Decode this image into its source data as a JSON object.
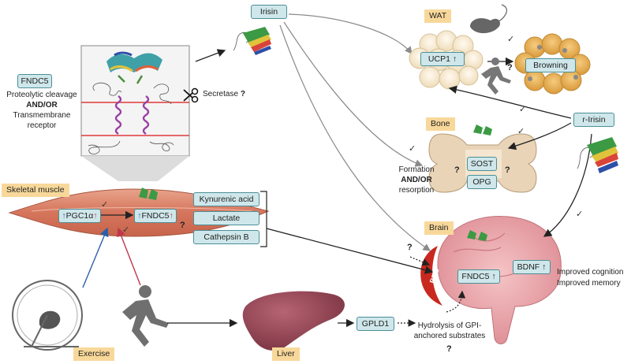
{
  "labels": {
    "fndc5_top": "FNDC5",
    "cleavage_line1": "Proteolytic cleavage",
    "cleavage_and_or": "AND/OR",
    "cleavage_line2": "Transmembrane",
    "cleavage_line3": "receptor",
    "secretase": "Secretase",
    "irisin": "Irisin",
    "wat": "WAT",
    "ucp1": "UCP1",
    "browning": "Browning",
    "bone": "Bone",
    "sost": "SOST",
    "opg": "OPG",
    "formation": "Formation",
    "formation_and_or": "AND/OR",
    "resorption": "resorption",
    "r_irisin": "r-Irisin",
    "skeletal_muscle": "Skeletal muscle",
    "pgc1a": "PGC1α",
    "fndc5_muscle": "FNDC5",
    "kynurenic_acid": "Kynurenic acid",
    "lactate": "Lactate",
    "cathepsin_b": "Cathepsin B",
    "brain": "Brain",
    "bbb": "BBB",
    "fndc5_brain": "FNDC5",
    "bdnf": "BDNF",
    "improved_cognition": "Improved cognition",
    "improved_memory": "Improved memory",
    "exercise": "Exercise",
    "liver": "Liver",
    "gpld1": "GPLD1",
    "hydrolysis_line1": "Hydrolysis of GPI-",
    "hydrolysis_line2": "anchored substrates",
    "question": "?",
    "check": "✓"
  },
  "colors": {
    "box_fill": "#cfe7ea",
    "box_border": "#4b8f98",
    "tag_fill": "#f8d89a",
    "muscle": "#d9836a",
    "brain": "#e7a9ad",
    "liver": "#9b4e5c",
    "fat": "#f7ead2",
    "browning_fat": "#e8b661",
    "bone": "#e9d4b7",
    "membrane": "#e03a3a",
    "helix": "#9a3fa5",
    "bbb": "#c8281f",
    "arrow_blue": "#2a5fa8",
    "arrow_red": "#c0364c"
  },
  "icons": [
    "scissors-icon",
    "mouse-icon",
    "runner-icon",
    "wheel-mouse-icon",
    "protein-icon"
  ]
}
